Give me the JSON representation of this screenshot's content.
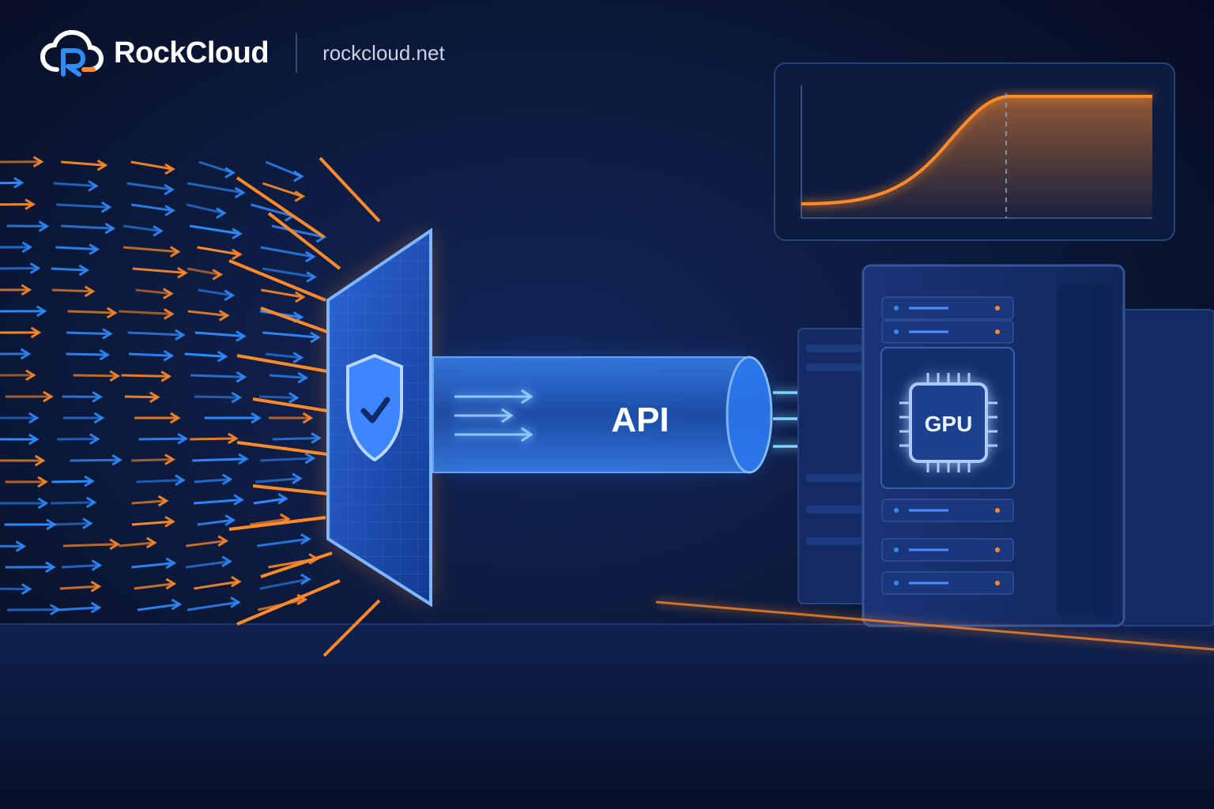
{
  "brand": {
    "name": "RockCloud",
    "website": "rockcloud.net",
    "logo_icon": "cloud-r-logo-icon"
  },
  "scene": {
    "gateway_icon": "shield-check-icon",
    "pipe_label": "API",
    "chip_label": "GPU",
    "chip_icon": "gpu-chip-icon"
  },
  "colors": {
    "background": "#0a1530",
    "accent_blue": "#2f8bff",
    "accent_orange": "#ff8a2a",
    "text": "#ffffff"
  }
}
